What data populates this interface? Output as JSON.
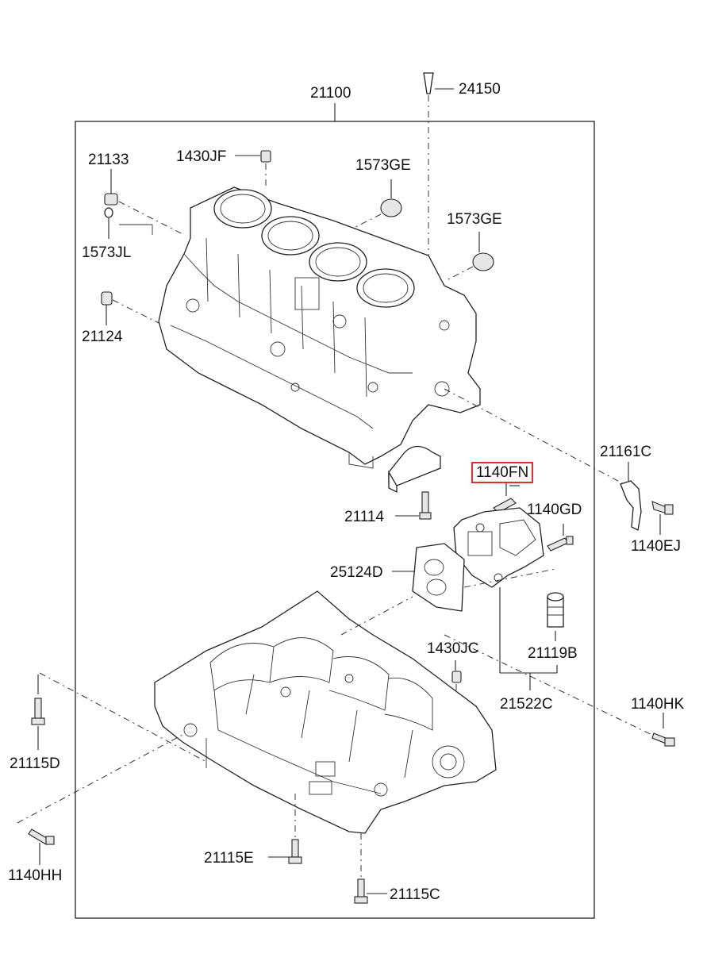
{
  "labels": {
    "p21100": "21100",
    "p24150": "24150",
    "p21133": "21133",
    "p1430JF": "1430JF",
    "p1573GE_a": "1573GE",
    "p1573GE_b": "1573GE",
    "p1573JL": "1573JL",
    "p21124": "21124",
    "p21161C": "21161C",
    "p1140FN": "1140FN",
    "p1140GD": "1140GD",
    "p21114": "21114",
    "p1140EJ": "1140EJ",
    "p25124D": "25124D",
    "p1430JC": "1430JC",
    "p21119B": "21119B",
    "p21522C": "21522C",
    "p1140HK": "1140HK",
    "p21115D": "21115D",
    "p1140HH": "1140HH",
    "p21115E": "21115E",
    "p21115C": "21115C"
  },
  "highlight_color": "#e0302a",
  "icons": {
    "cylinder_block": "engine-block-icon",
    "lower_case": "bed-plate-icon",
    "oil_filter_bracket": "bracket-icon",
    "gasket": "gasket-icon",
    "bolts": "bolt-icon",
    "plugs": "plug-icon",
    "pins": "dowel-pin-icon",
    "sensor": "knock-sensor-icon"
  }
}
